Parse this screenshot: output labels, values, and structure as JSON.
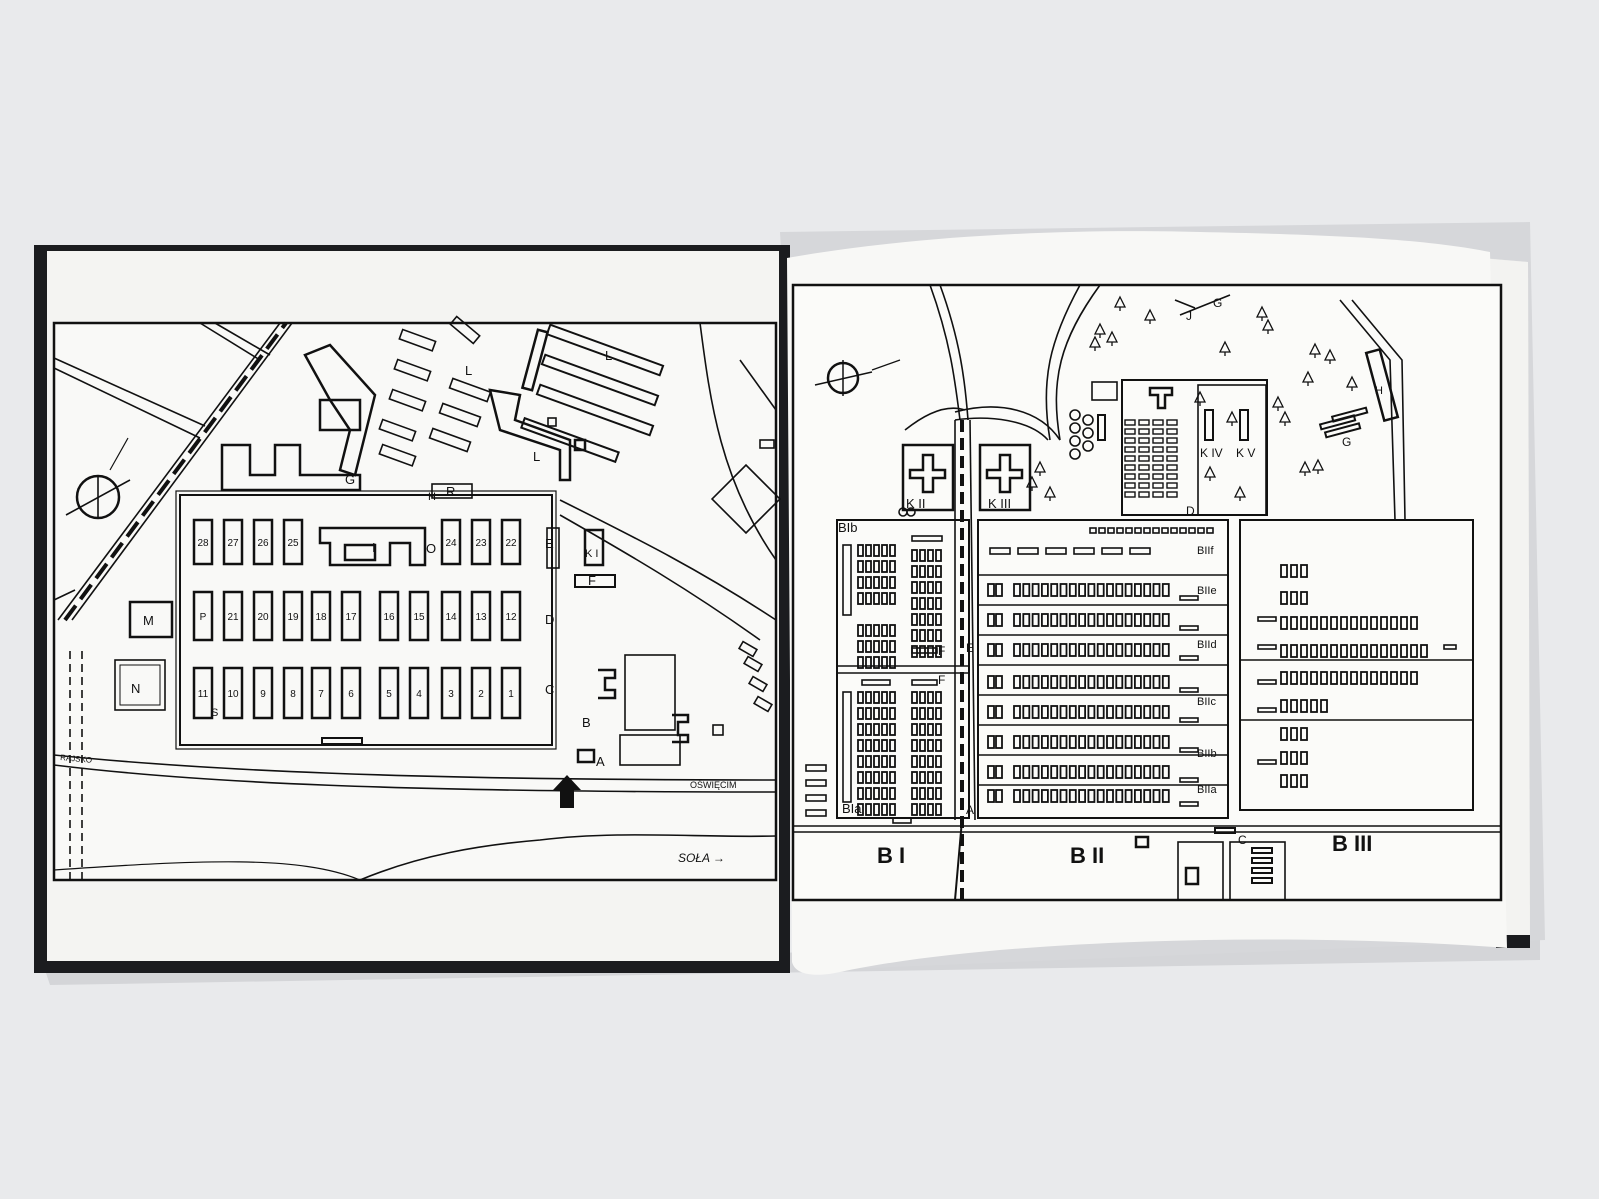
{
  "left_map": {
    "blocks_top": [
      "28",
      "27",
      "26",
      "25",
      "24",
      "23",
      "22"
    ],
    "blocks_mid": [
      "P",
      "21",
      "20",
      "19",
      "18",
      "17",
      "16",
      "15",
      "14",
      "13",
      "12"
    ],
    "blocks_bottom": [
      "11",
      "10",
      "9",
      "8",
      "7",
      "6",
      "5",
      "4",
      "3",
      "2",
      "1"
    ],
    "letters": {
      "a": "A",
      "b": "B",
      "c": "C",
      "d": "D",
      "e": "E",
      "f": "F",
      "g": "G",
      "i": "I",
      "k1": "K I",
      "l": "L",
      "m": "M",
      "n": "N",
      "o": "O",
      "r": "R",
      "s": "S",
      "h": "H"
    },
    "road_west": "RAJSKO",
    "road_east": "OŚWIĘCIM",
    "river": "SOŁA →"
  },
  "right_map": {
    "sections": {
      "b1": "B I",
      "b2": "B II",
      "b3": "B III"
    },
    "subcamps": {
      "b1a": "BIa",
      "b1b": "BIb",
      "b2a": "BIIa",
      "b2b": "BIIb",
      "b2c": "BIIc",
      "b2d": "BIId",
      "b2e": "BIIe",
      "b2f": "BIIf"
    },
    "crematoria": {
      "k2": "K II",
      "k3": "K III",
      "k4": "K IV",
      "k5": "K V"
    },
    "letters": {
      "a": "A",
      "c": "C",
      "d": "D",
      "e": "E",
      "f": "F",
      "f2": "F",
      "g": "G",
      "g2": "G",
      "j": "J",
      "h": "H"
    }
  },
  "colors": {
    "background": "#e9eaec",
    "paper": "#f7f7f5",
    "ink": "#111111",
    "cover": "#1b1c1f"
  }
}
